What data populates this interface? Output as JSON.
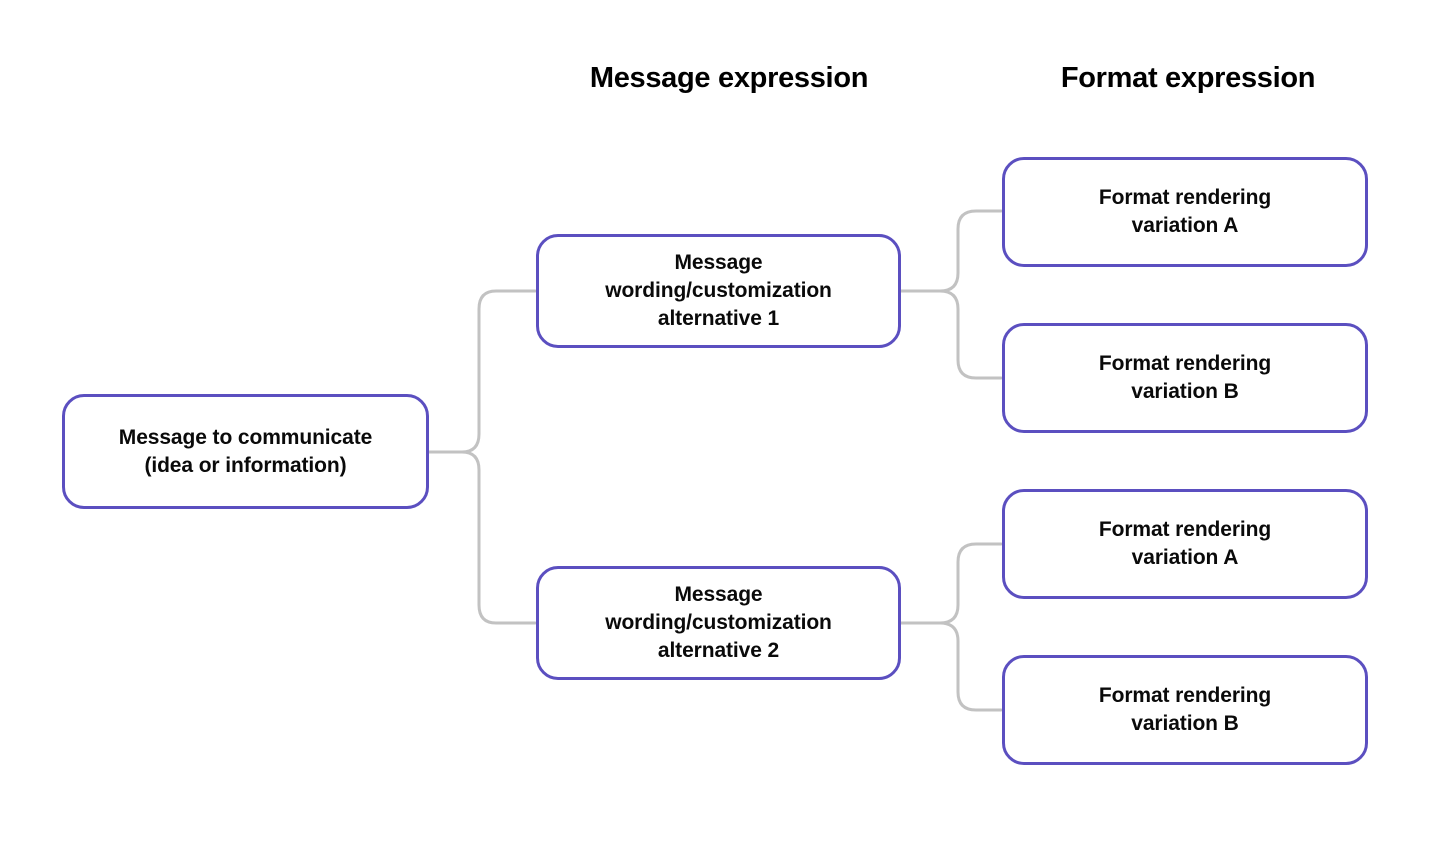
{
  "diagram": {
    "type": "tree",
    "orientation": "left-to-right",
    "headers": [
      {
        "id": "message-expression",
        "label": "Message expression"
      },
      {
        "id": "format-expression",
        "label": "Format expression"
      }
    ],
    "colors": {
      "node_border": "#5b4fc0",
      "node_fill": "#ffffff",
      "connector": "#c2c2c2",
      "text": "#0a0a0a",
      "background": "#ffffff"
    },
    "nodes": {
      "root": {
        "label": "Message to communicate\n(idea or information)",
        "level": 1
      },
      "message_alternatives": [
        {
          "label": "Message\nwording/customization\nalternative 1",
          "level": 2
        },
        {
          "label": "Message\nwording/customization\nalternative 2",
          "level": 2
        }
      ],
      "format_variations": [
        {
          "label": "Format rendering\nvariation A",
          "level": 3,
          "parent": 0
        },
        {
          "label": "Format rendering\nvariation B",
          "level": 3,
          "parent": 0
        },
        {
          "label": "Format rendering\nvariation A",
          "level": 3,
          "parent": 1
        },
        {
          "label": "Format rendering\nvariation B",
          "level": 3,
          "parent": 1
        }
      ]
    }
  }
}
